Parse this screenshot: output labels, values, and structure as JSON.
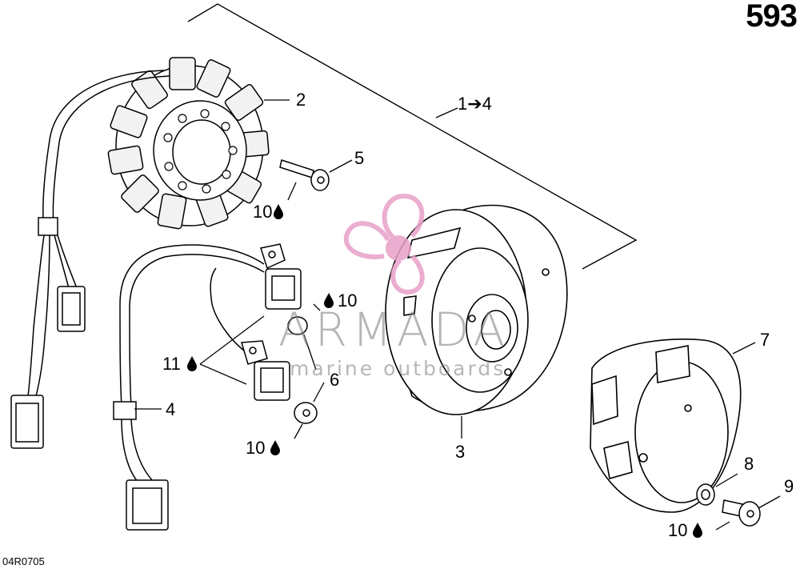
{
  "page_number": "593",
  "drawing_code": "04R0705",
  "watermark": {
    "title": "ARMADA",
    "subtitle": "marine outboards",
    "accent_color": "#e8a1c8"
  },
  "callouts": {
    "group": "1➔4",
    "stator": "2",
    "flywheel": "3",
    "harness": "4",
    "stator_screw": "5",
    "sensor_screw": "6",
    "ring_gear": "7",
    "washer": "8",
    "flywheel_bolt": "9",
    "stator_screw_torque": "10",
    "sensor_torque_upper": "10",
    "sensor_torque_lower": "10",
    "flywheel_bolt_torque": "10",
    "sensor_loctite": "11"
  },
  "icons": {
    "loctite_drop": "drop-icon",
    "direction_arrow": "arrow-right-icon"
  }
}
